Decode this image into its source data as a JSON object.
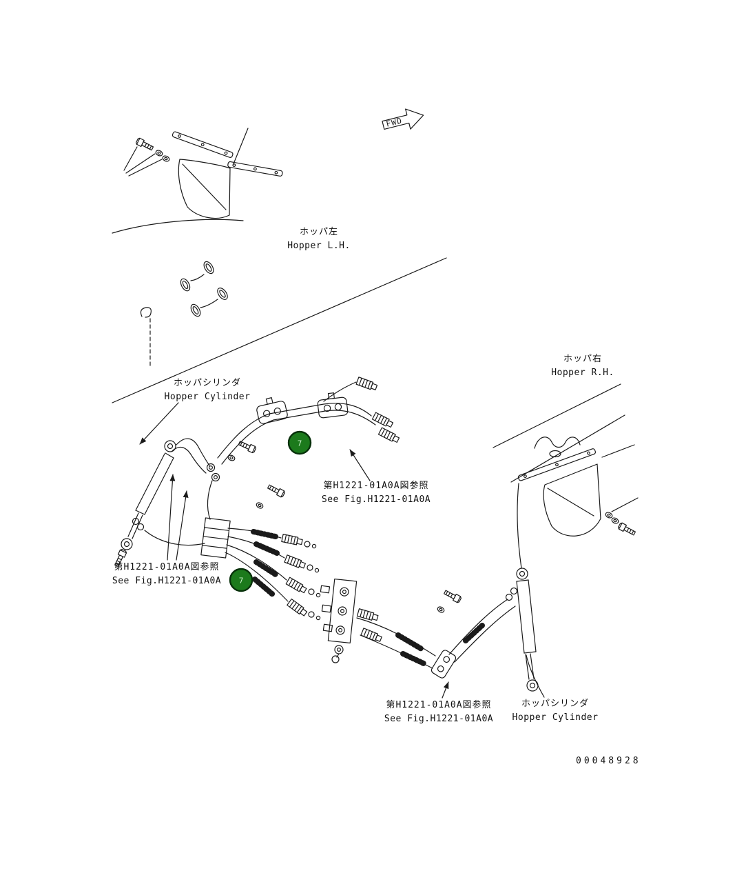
{
  "page": {
    "part_number": "00048928"
  },
  "fwd_arrow": {
    "label": "FWD"
  },
  "labels": {
    "hopper_lh": {
      "jp": "ホッパ左",
      "en": "Hopper L.H."
    },
    "hopper_rh": {
      "jp": "ホッパ右",
      "en": "Hopper R.H."
    },
    "hopper_cylinder_left": {
      "jp": "ホッパシリンダ",
      "en": "Hopper Cylinder"
    },
    "hopper_cylinder_right": {
      "jp": "ホッパシリンダ",
      "en": "Hopper Cylinder"
    },
    "see_fig_upper": {
      "jp": "第H1221-01A0A図参照",
      "en": "See Fig.H1221-01A0A"
    },
    "see_fig_left": {
      "jp": "第H1221-01A0A図参照",
      "en": "See Fig.H1221-01A0A"
    },
    "see_fig_lower": {
      "jp": "第H1221-01A0A図参照",
      "en": "See Fig.H1221-01A0A"
    }
  },
  "callouts": {
    "upper": {
      "number": "7"
    },
    "lower": {
      "number": "7"
    }
  },
  "colors": {
    "line": "#1a1a1a",
    "callout_fill": "#1c7a1c",
    "callout_ring": "#07300a",
    "callout_text": "#c9f0c9"
  }
}
